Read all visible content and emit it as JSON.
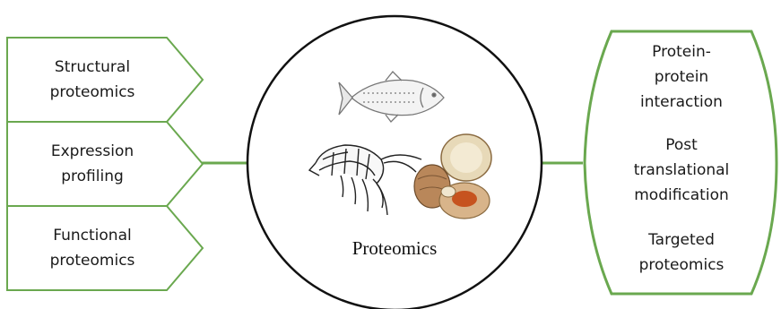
{
  "center": {
    "label": "Proteomics",
    "images": [
      "fish-drawing",
      "shrimp-drawing",
      "clam-photo"
    ]
  },
  "left_boxes": [
    {
      "lines": [
        "Structural",
        "proteomics"
      ]
    },
    {
      "lines": [
        "Expression",
        "profiling"
      ]
    },
    {
      "lines": [
        "Functional",
        "proteomics"
      ]
    }
  ],
  "right_box": {
    "groups": [
      {
        "lines": [
          "Protein-",
          "protein",
          "interaction"
        ]
      },
      {
        "lines": [
          "Post",
          "translational",
          "modification"
        ]
      },
      {
        "lines": [
          "Targeted",
          "proteomics"
        ]
      }
    ]
  },
  "colors": {
    "accent_green": "#6aa84f",
    "circle_stroke": "#111111",
    "text": "#1a1a1a"
  }
}
